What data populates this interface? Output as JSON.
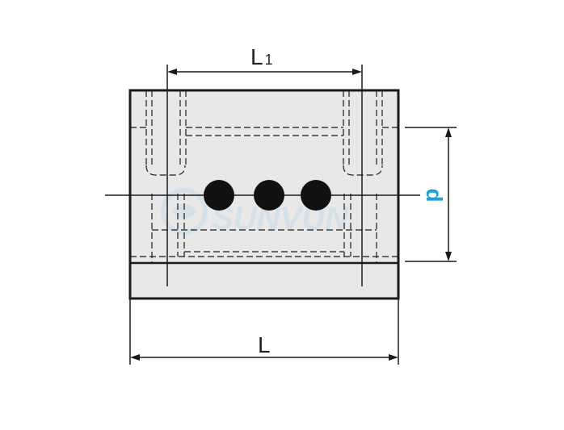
{
  "labels": {
    "l1_main": "L",
    "l1_sub": "1",
    "l": "L",
    "d": "d"
  },
  "watermark": {
    "text": "SUNVUN"
  },
  "colors": {
    "line": "#1a1a1a",
    "body_fill": "#e8e8e8",
    "accent": "#1aa3d9",
    "watermark": "#c8dde8",
    "hole": "#111111"
  },
  "features": {
    "hole_count": 3
  }
}
